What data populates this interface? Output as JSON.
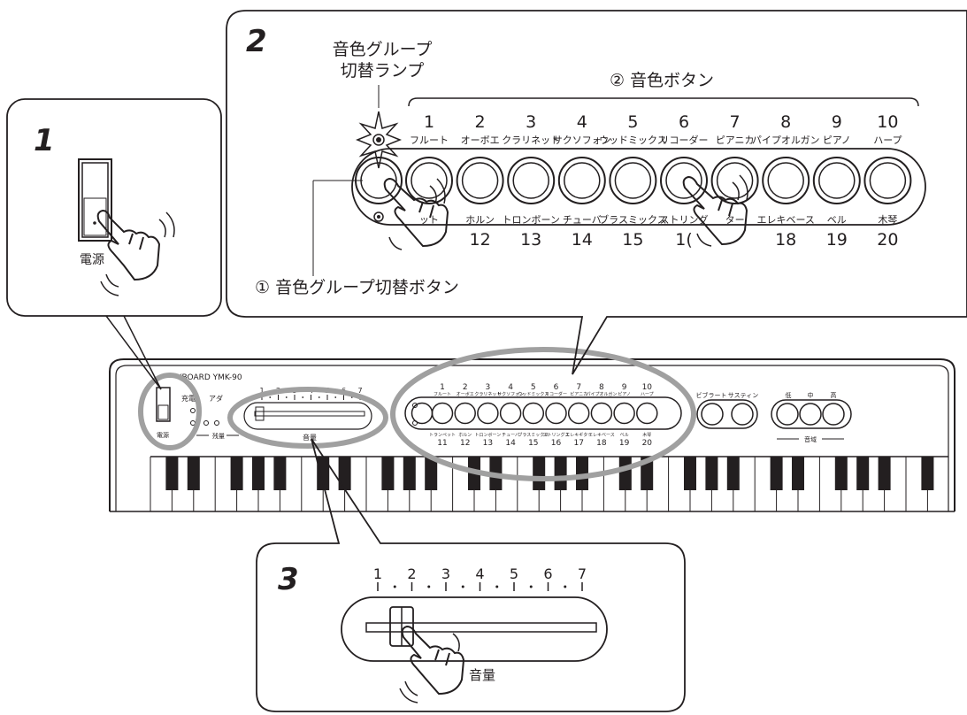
{
  "step1": {
    "number": "1",
    "power_label": "電源"
  },
  "step2": {
    "number": "2",
    "group_lamp_label": [
      "音色グループ",
      "切替ランプ"
    ],
    "tone_button_label": "② 音色ボタン",
    "group_button_label": "① 音色グループ切替ボタン",
    "tones_top": [
      {
        "n": "1",
        "name": "フルート"
      },
      {
        "n": "2",
        "name": "オーボエ"
      },
      {
        "n": "3",
        "name": "クラリネット"
      },
      {
        "n": "4",
        "name": "サクソフォン"
      },
      {
        "n": "5",
        "name": "ウッドミックス"
      },
      {
        "n": "6",
        "name": "リコーダー"
      },
      {
        "n": "7",
        "name": "ピアニカ"
      },
      {
        "n": "8",
        "name": "パイプオルガン"
      },
      {
        "n": "9",
        "name": "ピアノ"
      },
      {
        "n": "10",
        "name": "ハープ"
      }
    ],
    "tones_bottom_visible": [
      {
        "n": "",
        "name": "ット"
      },
      {
        "n": "12",
        "name": "ホルン"
      },
      {
        "n": "13",
        "name": "トロンボーン"
      },
      {
        "n": "14",
        "name": "チューバ"
      },
      {
        "n": "15",
        "name": "ブラスミックス"
      },
      {
        "n": "1(",
        "name": "ストリング"
      },
      {
        "n": "",
        "name": "ター"
      },
      {
        "n": "18",
        "name": "エレキベース"
      },
      {
        "n": "19",
        "name": "ベル"
      },
      {
        "n": "20",
        "name": "木琴"
      }
    ]
  },
  "keyboard": {
    "model": "YBOARD  YMK-90",
    "charge_label": "充電",
    "adapter_label": "アダ",
    "battery_label": "残量",
    "power_label": "電源",
    "volume_label": "音量",
    "volume_scale": [
      "1",
      "2",
      "3",
      "4",
      "5",
      "6",
      "7"
    ],
    "tones_top": [
      {
        "n": "1",
        "name": "フルート"
      },
      {
        "n": "2",
        "name": "オーボエ"
      },
      {
        "n": "3",
        "name": "クラリネット"
      },
      {
        "n": "4",
        "name": "サクソフォン"
      },
      {
        "n": "5",
        "name": "ウッドミックス"
      },
      {
        "n": "6",
        "name": "リコーダー"
      },
      {
        "n": "7",
        "name": "ピアニカ"
      },
      {
        "n": "8",
        "name": "パイプオルガン"
      },
      {
        "n": "9",
        "name": "ピアノ"
      },
      {
        "n": "10",
        "name": "ハープ"
      }
    ],
    "tones_bottom": [
      {
        "n": "11",
        "name": "トランペット"
      },
      {
        "n": "12",
        "name": "ホルン"
      },
      {
        "n": "13",
        "name": "トロンボーン"
      },
      {
        "n": "14",
        "name": "チューバ"
      },
      {
        "n": "15",
        "name": "ブラスミックス"
      },
      {
        "n": "16",
        "name": "ストリングス"
      },
      {
        "n": "17",
        "name": "エレキギター"
      },
      {
        "n": "18",
        "name": "エレキベース"
      },
      {
        "n": "19",
        "name": "ベル"
      },
      {
        "n": "20",
        "name": "木琴"
      }
    ],
    "effects": [
      "ビブラート",
      "サスティン"
    ],
    "ranges": [
      "低",
      "中",
      "高"
    ],
    "range_label": "音域"
  },
  "step3": {
    "number": "3",
    "scale": [
      "1",
      "2",
      "3",
      "4",
      "5",
      "6",
      "7"
    ],
    "volume_label": "音量"
  },
  "colors": {
    "ink": "#231f20",
    "highlight_ring": "#a0a0a0",
    "pressed_button": "#8c8c8c"
  }
}
